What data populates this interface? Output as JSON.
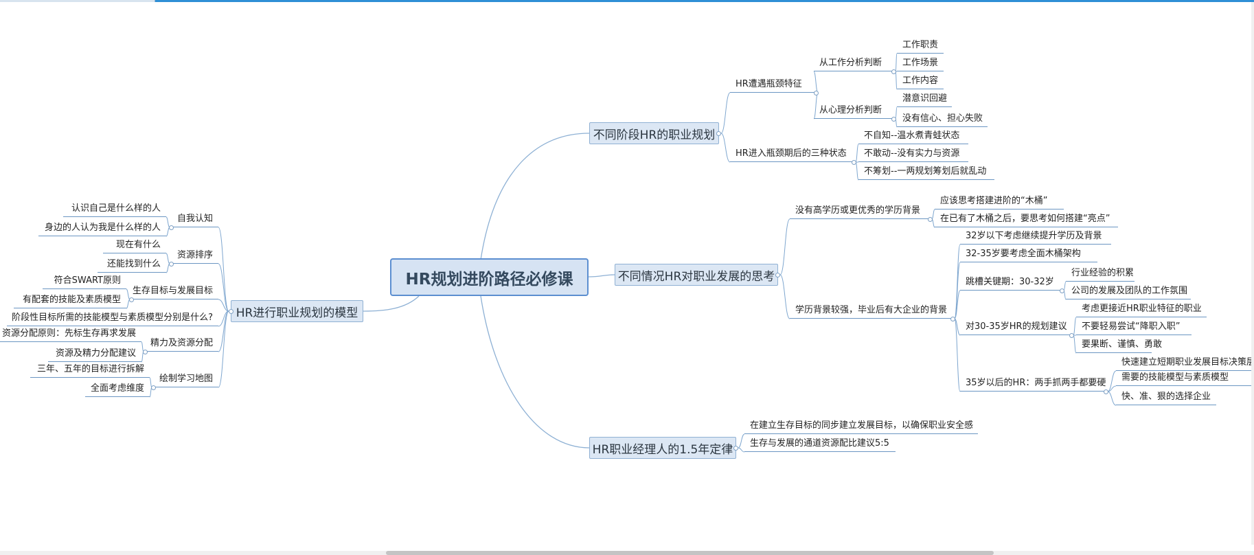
{
  "root": {
    "label": "HR规划进阶路径必修课"
  },
  "branches": [
    {
      "id": "b0",
      "label": "不同阶段HR的职业规划"
    },
    {
      "id": "b1",
      "label": "不同情况HR对职业发展的思考"
    },
    {
      "id": "b2",
      "label": "HR职业经理人的1.5年定律"
    },
    {
      "id": "b3",
      "label": "HR进行职业规划的模型"
    }
  ],
  "nodes": {
    "b0_a": "HR遭遇瓶颈特征",
    "b0_a1": "从工作分析判断",
    "b0_a1a": "工作职责",
    "b0_a1b": "工作场景",
    "b0_a1c": "工作内容",
    "b0_a2": "从心理分析判断",
    "b0_a2a": "潜意识回避",
    "b0_a2b": "没有信心、担心失败",
    "b0_b": "HR进入瓶颈期后的三种状态",
    "b0_b1": "不自知--温水煮青蛙状态",
    "b0_b2": "不敢动--没有实力与资源",
    "b0_b3": "不筹划--一两规划筹划后就乱动",
    "b1_a": "没有高学历或更优秀的学历背景",
    "b1_a1": "应该思考搭建进阶的“木桶”",
    "b1_a2": "在已有了木桶之后，要思考如何搭建“亮点”",
    "b1_b": "学历背景较强，毕业后有大企业的背景",
    "b1_b1": "32岁以下考虑继续提升学历及背景",
    "b1_b2": "32-35岁要考虑全面木桶架构",
    "b1_b3": "跳槽关键期：30-32岁",
    "b1_b3a": "行业经验的积累",
    "b1_b3b": "公司的发展及团队的工作氛围",
    "b1_b4": "对30-35岁HR的规划建议",
    "b1_b4a": "考虑更接近HR职业特征的职业",
    "b1_b4b": "不要轻易尝试“降职入职”",
    "b1_b4c": "要果断、谨慎、勇敢",
    "b1_b5": "35岁以后的HR：两手抓两手都要硬",
    "b1_b5a1": "快速建立短期职业发展目标决策层",
    "b1_b5a2": "需要的技能模型与素质模型",
    "b1_b5b": "快、准、狠的选择企业",
    "b2_1": "在建立生存目标的同步建立发展目标，以确保职业安全感",
    "b2_2": "生存与发展的通道资源配比建议5:5",
    "b3_a": "自我认知",
    "b3_a1": "认识自己是什么样的人",
    "b3_a2": "身边的人认为我是什么样的人",
    "b3_b": "资源排序",
    "b3_b1": "现在有什么",
    "b3_b2": "还能找到什么",
    "b3_c": "生存目标与发展目标",
    "b3_c1": "符合SWART原则",
    "b3_c2": "有配套的技能及素质模型",
    "b3_d": "阶段性目标所需的技能模型与素质模型分别是什么?",
    "b3_e": "精力及资源分配",
    "b3_e1": "资源分配原则：先标生存再求发展",
    "b3_e2": "资源及精力分配建议",
    "b3_f": "绘制学习地图",
    "b3_f1": "三年、五年的目标进行拆解",
    "b3_f2": "全面考虑维度"
  }
}
